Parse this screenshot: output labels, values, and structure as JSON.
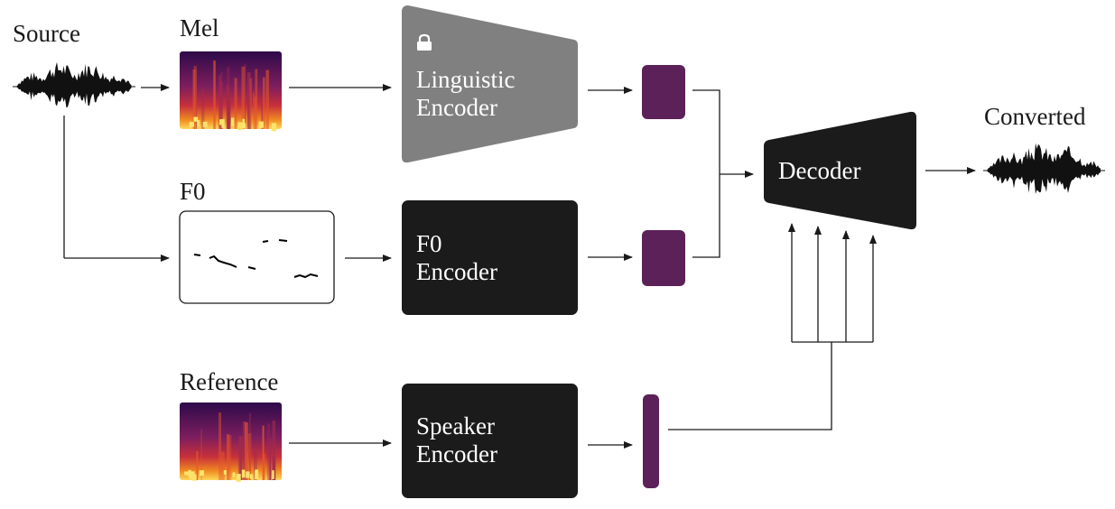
{
  "labels": {
    "source": "Source",
    "mel": "Mel",
    "f0": "F0",
    "reference": "Reference",
    "converted": "Converted"
  },
  "blocks": {
    "linguistic_encoder": [
      "Linguistic",
      "Encoder"
    ],
    "f0_encoder": [
      "F0",
      "Encoder"
    ],
    "speaker_encoder": [
      "Speaker",
      "Encoder"
    ],
    "decoder": "Decoder"
  },
  "icons": {
    "frozen": "lock-icon"
  },
  "colors": {
    "frozen_block": "#808080",
    "block": "#1b1b1b",
    "embedding": "#5b2158",
    "spectrogram_low": "#2d0a4a",
    "spectrogram_high": "#fcd85a"
  }
}
